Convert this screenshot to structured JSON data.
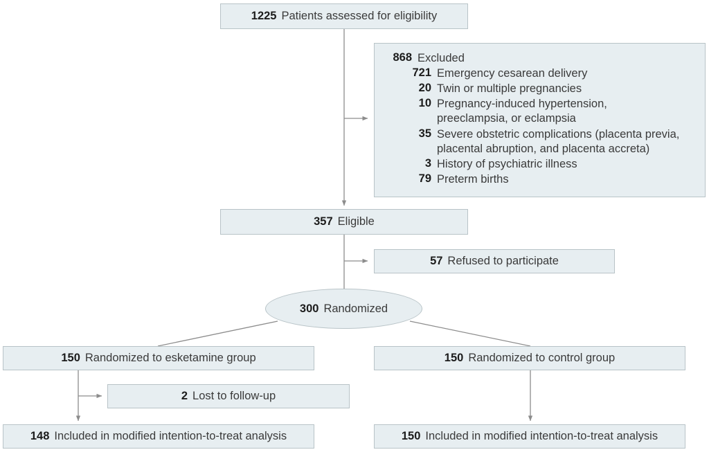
{
  "diagram": {
    "type": "consort-flow-diagram",
    "colors": {
      "box_fill": "#e7eef1",
      "box_border": "#b8c3c7",
      "connector": "#8c8c8c",
      "number_text": "#1c1c1c",
      "label_text": "#3a3a3a"
    },
    "nodes": {
      "assessed": {
        "number": "1225",
        "label": "Patients assessed for eligibility"
      },
      "excluded": {
        "number": "868",
        "label": "Excluded",
        "reasons": [
          {
            "number": "721",
            "label": "Emergency cesarean delivery"
          },
          {
            "number": "20",
            "label": "Twin or multiple pregnancies"
          },
          {
            "number": "10",
            "label": "Pregnancy-induced hypertension,",
            "label_cont": "preeclampsia, or eclampsia"
          },
          {
            "number": "35",
            "label": "Severe obstetric complications (placenta previa,",
            "label_cont": "placental abruption, and placenta accreta)"
          },
          {
            "number": "3",
            "label": "History of psychiatric illness"
          },
          {
            "number": "79",
            "label": "Preterm births"
          }
        ]
      },
      "eligible": {
        "number": "357",
        "label": "Eligible"
      },
      "refused": {
        "number": "57",
        "label": "Refused to participate"
      },
      "randomized": {
        "number": "300",
        "label": "Randomized"
      },
      "esketamine_group": {
        "number": "150",
        "label": "Randomized to esketamine group"
      },
      "control_group": {
        "number": "150",
        "label": "Randomized to control group"
      },
      "lost_followup": {
        "number": "2",
        "label": "Lost to follow-up"
      },
      "esketamine_analysis": {
        "number": "148",
        "label": "Included in modified intention-to-treat analysis"
      },
      "control_analysis": {
        "number": "150",
        "label": "Included in modified intention-to-treat analysis"
      }
    }
  }
}
